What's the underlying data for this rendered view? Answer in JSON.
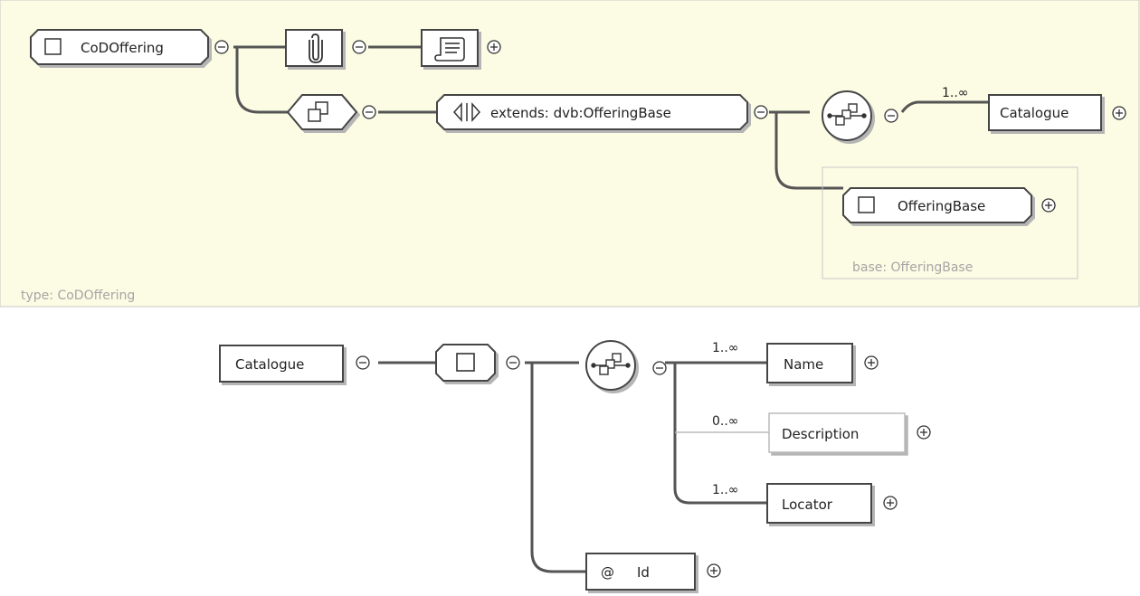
{
  "colors": {
    "panel_background": "#fcfbe3",
    "panel_border": "#c8c8c8",
    "line": "#555555",
    "box_fill": "#ffffff",
    "optional_line": "#bbbbbb",
    "note_text": "#a6a6a6"
  },
  "top_diagram": {
    "type_note": "type: CoDOffering",
    "root_element": {
      "label": "CoDOffering",
      "icon": "complex-type-element-icon"
    },
    "annotation_node": {
      "icon": "paperclip-icon"
    },
    "documentation_node": {
      "icon": "scroll-document-icon"
    },
    "content_model_node": {
      "icon": "complex-content-icon"
    },
    "extension": {
      "label": "extends: dvb:OfferingBase",
      "icon": "extension-arrows-icon"
    },
    "sequence_node": {
      "icon": "sequence-icon"
    },
    "child_catalogue": {
      "label": "Catalogue",
      "multiplicity": "1..∞"
    },
    "base_group": {
      "note": "base: OfferingBase",
      "element_label": "OfferingBase"
    }
  },
  "bottom_diagram": {
    "root_element": {
      "label": "Catalogue"
    },
    "complex_type_node": {
      "icon": "complex-type-icon"
    },
    "sequence_node": {
      "icon": "sequence-icon"
    },
    "children": [
      {
        "label": "Name",
        "multiplicity": "1..∞",
        "optional": false
      },
      {
        "label": "Description",
        "multiplicity": "0..∞",
        "optional": true
      },
      {
        "label": "Locator",
        "multiplicity": "1..∞",
        "optional": false
      }
    ],
    "attribute": {
      "symbol": "@",
      "label": "Id"
    }
  }
}
